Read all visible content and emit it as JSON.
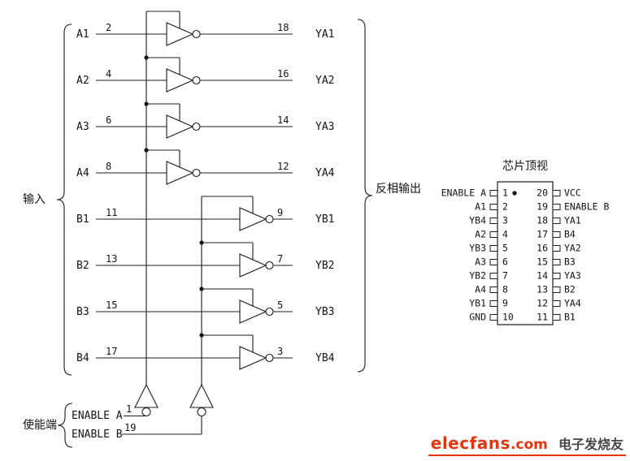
{
  "groups": {
    "input_label": "输入",
    "output_label": "反相输出",
    "enable_label": "使能端"
  },
  "buffers": [
    {
      "input": "A1",
      "in_pin": "2",
      "out_pin": "18",
      "output": "YA1",
      "bank": "A"
    },
    {
      "input": "A2",
      "in_pin": "4",
      "out_pin": "16",
      "output": "YA2",
      "bank": "A"
    },
    {
      "input": "A3",
      "in_pin": "6",
      "out_pin": "14",
      "output": "YA3",
      "bank": "A"
    },
    {
      "input": "A4",
      "in_pin": "8",
      "out_pin": "12",
      "output": "YA4",
      "bank": "A"
    },
    {
      "input": "B1",
      "in_pin": "11",
      "out_pin": "9",
      "output": "YB1",
      "bank": "B"
    },
    {
      "input": "B2",
      "in_pin": "13",
      "out_pin": "7",
      "output": "YB2",
      "bank": "B"
    },
    {
      "input": "B3",
      "in_pin": "15",
      "out_pin": "5",
      "output": "YB3",
      "bank": "B"
    },
    {
      "input": "B4",
      "in_pin": "17",
      "out_pin": "3",
      "output": "YB4",
      "bank": "B"
    }
  ],
  "enables": [
    {
      "label": "ENABLE A",
      "pin": "1",
      "bank": "A"
    },
    {
      "label": "ENABLE B",
      "pin": "19",
      "bank": "B"
    }
  ],
  "chip": {
    "title": "芯片顶视",
    "left_pins": [
      {
        "num": "1",
        "label": "ENABLE A",
        "dot": true
      },
      {
        "num": "2",
        "label": "A1"
      },
      {
        "num": "3",
        "label": "YB4"
      },
      {
        "num": "4",
        "label": "A2"
      },
      {
        "num": "5",
        "label": "YB3"
      },
      {
        "num": "6",
        "label": "A3"
      },
      {
        "num": "7",
        "label": "YB2"
      },
      {
        "num": "8",
        "label": "A4"
      },
      {
        "num": "9",
        "label": "YB1"
      },
      {
        "num": "10",
        "label": "GND"
      }
    ],
    "right_pins": [
      {
        "num": "20",
        "label": "VCC"
      },
      {
        "num": "19",
        "label": "ENABLE B"
      },
      {
        "num": "18",
        "label": "YA1"
      },
      {
        "num": "17",
        "label": "B4"
      },
      {
        "num": "16",
        "label": "YA2"
      },
      {
        "num": "15",
        "label": "B3"
      },
      {
        "num": "14",
        "label": "YA3"
      },
      {
        "num": "13",
        "label": "B2"
      },
      {
        "num": "12",
        "label": "YA4"
      },
      {
        "num": "11",
        "label": "B1"
      }
    ]
  },
  "footer": {
    "brand": "elecfans",
    "domain": ".com",
    "tagline": "电子发烧友",
    "accent": "#e8340c"
  }
}
